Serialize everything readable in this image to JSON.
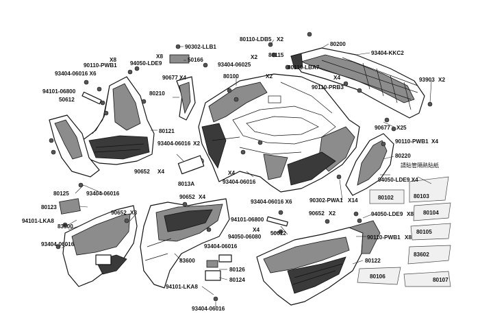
{
  "labels": {
    "l1": "90302-LLB1",
    "l2": "80110-LDB5",
    "l3": "X2",
    "l4": "80115",
    "l5": "80200",
    "l6": "93404-KKC2",
    "l7": "X2",
    "l8": "X8",
    "l9": "X8",
    "l10": "90110-PWB1",
    "l11": "94050-LDE9",
    "l12": "50166",
    "l13": "93404-06025",
    "l14": "80110-LBA7",
    "l15": "80100",
    "l16": "X2",
    "l17": "93903",
    "l18": "93404-06016 X6",
    "l19": "X4",
    "l20": "90677",
    "l21": "X4",
    "l22": "90110-PRB3",
    "l23": "X2",
    "l24": "94101-06800",
    "l25": "80210",
    "l26": "50612",
    "l27": "90677",
    "l28": "X25",
    "l29": "80121",
    "l30": "90110-PWB1",
    "l31": "X4",
    "l32": "93404-06016",
    "l33": "X2",
    "l34": "80220",
    "l35": "90652",
    "l36": "X4",
    "l37": "8013A",
    "l38": "X4",
    "l39": "93404-06016",
    "l40": "94050-LDE9 X4",
    "l41": "80125",
    "l42": "93404-06016",
    "l43": "90652",
    "l44": "X4",
    "l45": "90302-PWA1",
    "l46": "X14",
    "l47": "80102",
    "l48": "80103",
    "l49": "93404-06016 X6",
    "l50": "80123",
    "l51": "90652",
    "l52": "X3",
    "l53": "94101-LKA8",
    "l54": "83500",
    "l55": "94101-06800",
    "l56": "90652",
    "l57": "X2",
    "l58": "94050-LDE9",
    "l59": "X8",
    "l60": "80104",
    "l61": "X4",
    "l62": "94050-06080",
    "l63": "50612",
    "l64": "80105",
    "l65": "93404-06016",
    "l66": "93404-06016",
    "l67": "90110-PWB1",
    "l68": "X8",
    "l69": "83600",
    "l70": "80122",
    "l71": "83602",
    "l72": "80126",
    "l73": "80124",
    "l74": "94101-LKA8",
    "l75": "80106",
    "l76": "80107",
    "l77": "93404-06016"
  },
  "note_cjk": "請貼管隔熱貼紙"
}
